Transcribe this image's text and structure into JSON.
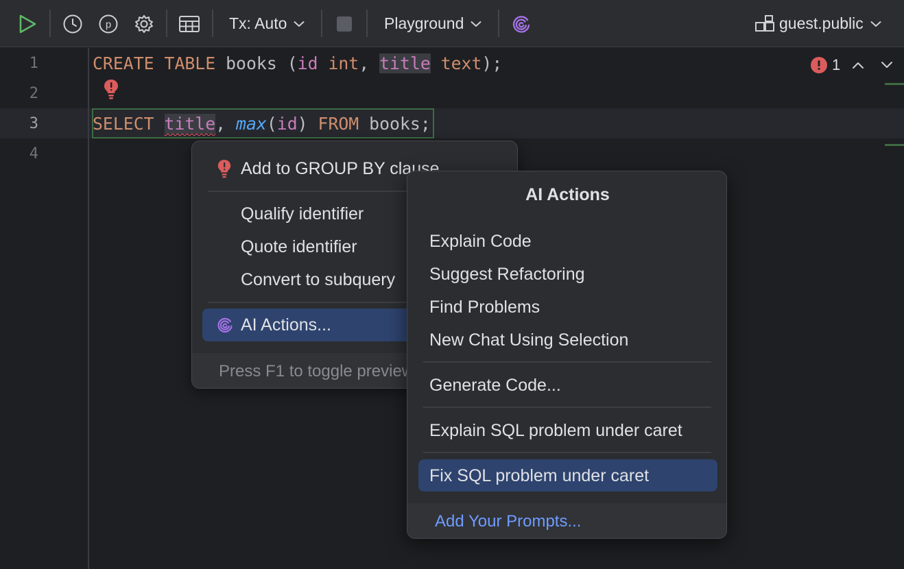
{
  "toolbar": {
    "run_icon": "run-icon",
    "history_icon": "history-icon",
    "plan_icon": "p-icon",
    "settings_icon": "gear-icon",
    "table_icon": "table-icon",
    "tx_label": "Tx: Auto",
    "stop_icon": "stop-icon",
    "playground_label": "Playground",
    "ai_icon": "ai-assistant-icon",
    "schema_label": "guest.public"
  },
  "editor": {
    "line_numbers": [
      "1",
      "2",
      "3",
      "4"
    ],
    "line1": {
      "create": "CREATE",
      "table": "TABLE",
      "books": "books",
      "open_paren": "(",
      "id": "id",
      "int": "int",
      "comma": ",",
      "title": "title",
      "text": "text",
      "close": ");"
    },
    "line3": {
      "select": "SELECT",
      "title": "title",
      "comma": ",",
      "max": "max",
      "open_paren": "(",
      "id": "id",
      "close_paren": ")",
      "from": "FROM",
      "books": "books",
      "semicolon": ";"
    },
    "error_count": "1"
  },
  "intention_popup": {
    "items": [
      "Add to GROUP BY clause",
      "Qualify identifier",
      "Quote identifier",
      "Convert to subquery"
    ],
    "ai_actions": "AI Actions...",
    "footer": "Press F1 to toggle preview"
  },
  "ai_popup": {
    "title": "AI Actions",
    "group1": [
      "Explain Code",
      "Suggest Refactoring",
      "Find Problems",
      "New Chat Using Selection"
    ],
    "generate": "Generate Code...",
    "explain_sql": "Explain SQL problem under caret",
    "fix_sql": "Fix SQL problem under caret",
    "add_prompts": "Add Your Prompts..."
  },
  "colors": {
    "background": "#1e1f22",
    "toolbar": "#2b2d30",
    "keyword": "#cf8e6d",
    "column": "#c77dbb",
    "function": "#56a8f5",
    "error": "#db5c5c",
    "selection": "#2e436e",
    "link": "#6f9cff",
    "ai_purple": "#a571e6",
    "run_green": "#5fb865"
  }
}
